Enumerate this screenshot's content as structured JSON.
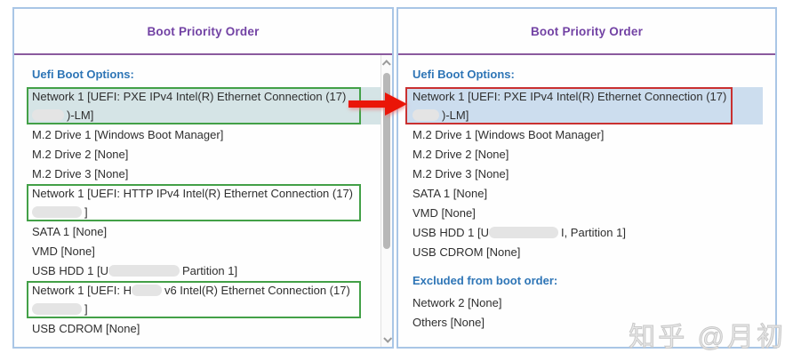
{
  "watermark": "知乎 @月初",
  "colors": {
    "panel_border": "#a9c6e6",
    "header_text": "#7242a4",
    "header_line": "#8a5a9e",
    "section_label": "#2e75b6",
    "item_text": "#2f2f2f",
    "highlight_left": "#d5e4e6",
    "highlight_right": "#ccddee",
    "annotation_green": "#43a047",
    "annotation_red": "#c93030",
    "arrow_red": "#ea1508"
  },
  "panels": [
    {
      "title": "Boot Priority Order",
      "sections": [
        {
          "label": "Uefi Boot Options:",
          "items": [
            {
              "box": "green",
              "highlight": "teal",
              "lines": [
                [
                  {
                    "t": "Network 1 [UEFI: PXE IPv4 Intel(R) Ethernet Connection (17)"
                  }
                ],
                [
                  {
                    "c": 36
                  },
                  {
                    "t": ")-LM]"
                  }
                ]
              ]
            },
            {
              "lines": [
                [
                  {
                    "t": "M.2 Drive 1 [Windows Boot Manager]"
                  }
                ]
              ]
            },
            {
              "lines": [
                [
                  {
                    "t": "M.2 Drive 2 [None]"
                  }
                ]
              ]
            },
            {
              "lines": [
                [
                  {
                    "t": "M.2 Drive 3 [None]"
                  }
                ]
              ]
            },
            {
              "box": "green",
              "lines": [
                [
                  {
                    "t": "Network 1 [UEFI: HTTP IPv4 Intel(R) Ethernet Connection (17)"
                  }
                ],
                [
                  {
                    "c": 56
                  },
                  {
                    "t": "]"
                  }
                ]
              ]
            },
            {
              "lines": [
                [
                  {
                    "t": "SATA 1 [None]"
                  }
                ]
              ]
            },
            {
              "lines": [
                [
                  {
                    "t": "VMD [None]"
                  }
                ]
              ]
            },
            {
              "lines": [
                [
                  {
                    "t": "USB HDD 1 [U"
                  },
                  {
                    "c": 80
                  },
                  {
                    "t": "Partition 1]"
                  }
                ]
              ]
            },
            {
              "box": "green",
              "lines": [
                [
                  {
                    "t": "Network 1 [UEFI: H"
                  },
                  {
                    "c": 34
                  },
                  {
                    "t": "v6 Intel(R) Ethernet Connection (17)"
                  }
                ],
                [
                  {
                    "c": 56
                  },
                  {
                    "t": "]"
                  }
                ]
              ]
            },
            {
              "lines": [
                [
                  {
                    "t": "USB CDROM [None]"
                  }
                ]
              ]
            }
          ]
        }
      ]
    },
    {
      "title": "Boot Priority Order",
      "sections": [
        {
          "label": "Uefi Boot Options:",
          "items": [
            {
              "box": "red",
              "highlight": "blue",
              "lines": [
                [
                  {
                    "t": "Network 1 [UEFI: PXE IPv4 Intel(R) Ethernet Connection (17)"
                  }
                ],
                [
                  {
                    "c": 30
                  },
                  {
                    "t": ")-LM]"
                  }
                ]
              ]
            },
            {
              "lines": [
                [
                  {
                    "t": "M.2 Drive 1 [Windows Boot Manager]"
                  }
                ]
              ]
            },
            {
              "lines": [
                [
                  {
                    "t": "M.2 Drive 2 [None]"
                  }
                ]
              ]
            },
            {
              "lines": [
                [
                  {
                    "t": "M.2 Drive 3 [None]"
                  }
                ]
              ]
            },
            {
              "lines": [
                [
                  {
                    "t": "SATA 1 [None]"
                  }
                ]
              ]
            },
            {
              "lines": [
                [
                  {
                    "t": "VMD [None]"
                  }
                ]
              ]
            },
            {
              "lines": [
                [
                  {
                    "t": "USB HDD 1 [U"
                  },
                  {
                    "c": 78
                  },
                  {
                    "t": "I, Partition 1]"
                  }
                ]
              ]
            },
            {
              "lines": [
                [
                  {
                    "t": "USB CDROM [None]"
                  }
                ]
              ]
            }
          ]
        },
        {
          "label": "Excluded from boot order:",
          "items": [
            {
              "lines": [
                [
                  {
                    "t": "Network 2 [None]"
                  }
                ]
              ]
            },
            {
              "lines": [
                [
                  {
                    "t": "Others [None]"
                  }
                ]
              ]
            }
          ]
        }
      ]
    }
  ]
}
